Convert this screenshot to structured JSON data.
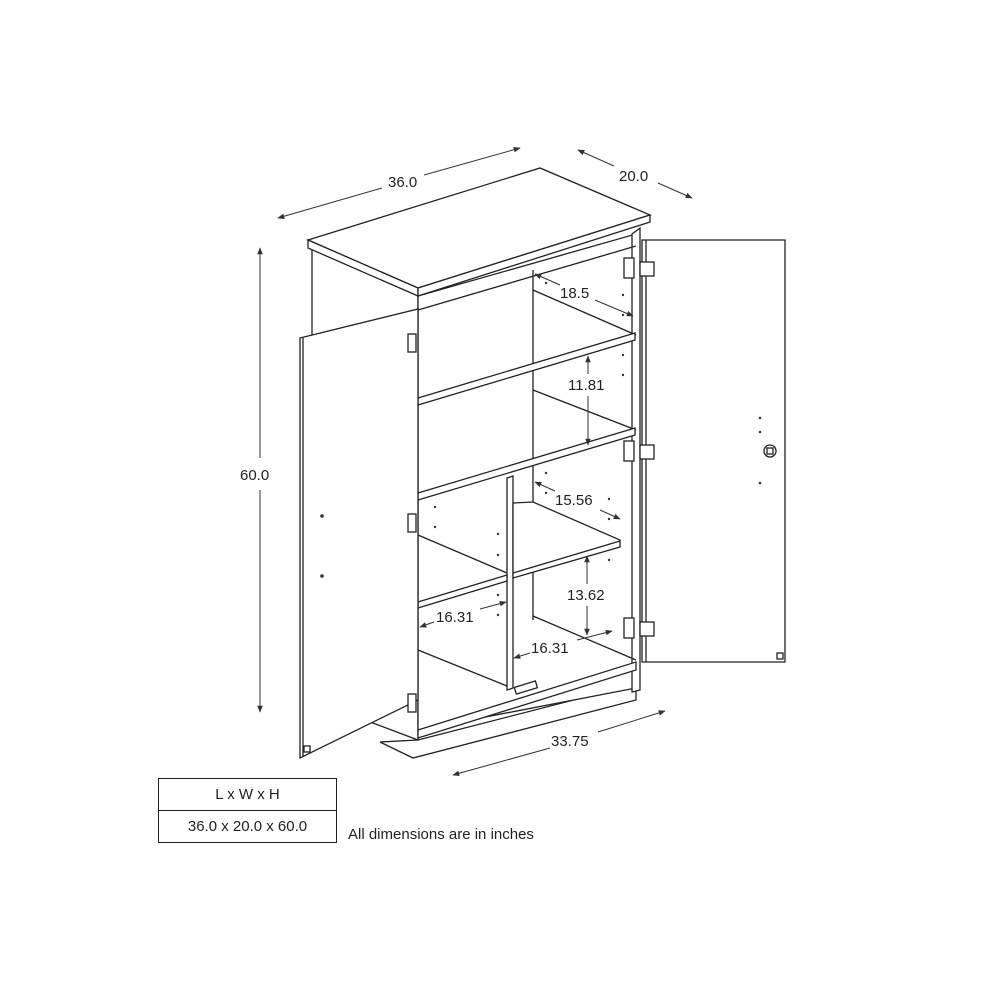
{
  "dimensions": {
    "overall_width": "36.0",
    "overall_depth": "20.0",
    "overall_height": "60.0",
    "top_shelf_depth": "18.5",
    "top_shelf_spacing": "11.81",
    "right_shelf_depth": "15.56",
    "lower_spacing": "13.62",
    "left_compartment_width": "16.31",
    "right_compartment_width": "16.31",
    "inner_width": "33.75"
  },
  "spec_table": {
    "header": "L x W x H",
    "value": "36.0 x 20.0 x 60.0"
  },
  "note": "All dimensions are in inches"
}
